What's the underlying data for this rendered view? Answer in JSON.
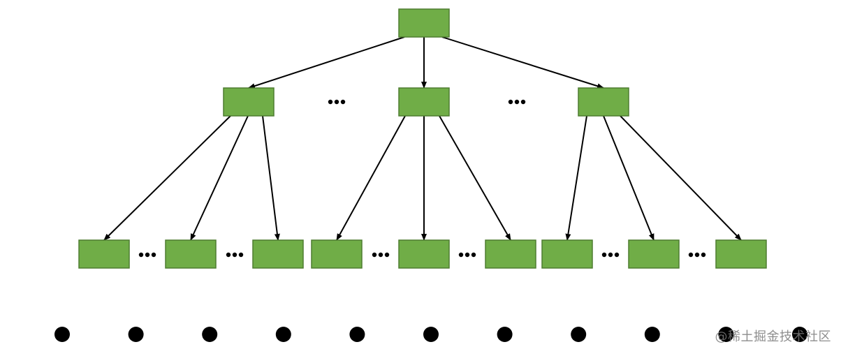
{
  "diagram": {
    "node_fill": "#70ad47",
    "node_stroke": "#4e7d30",
    "edge_color": "#000000",
    "ellipsis_color": "#000000",
    "dot_color": "#000000",
    "ellipsis_text": "•••",
    "levels": [
      {
        "level": 0,
        "node_count": 1
      },
      {
        "level": 1,
        "node_count": 3,
        "ellipses_between": 2
      },
      {
        "level": 2,
        "node_count": 9,
        "ellipses_between": 6
      }
    ],
    "continuation_dot_count": 11
  },
  "watermark": {
    "text": "@稀土掘金技术社区"
  }
}
